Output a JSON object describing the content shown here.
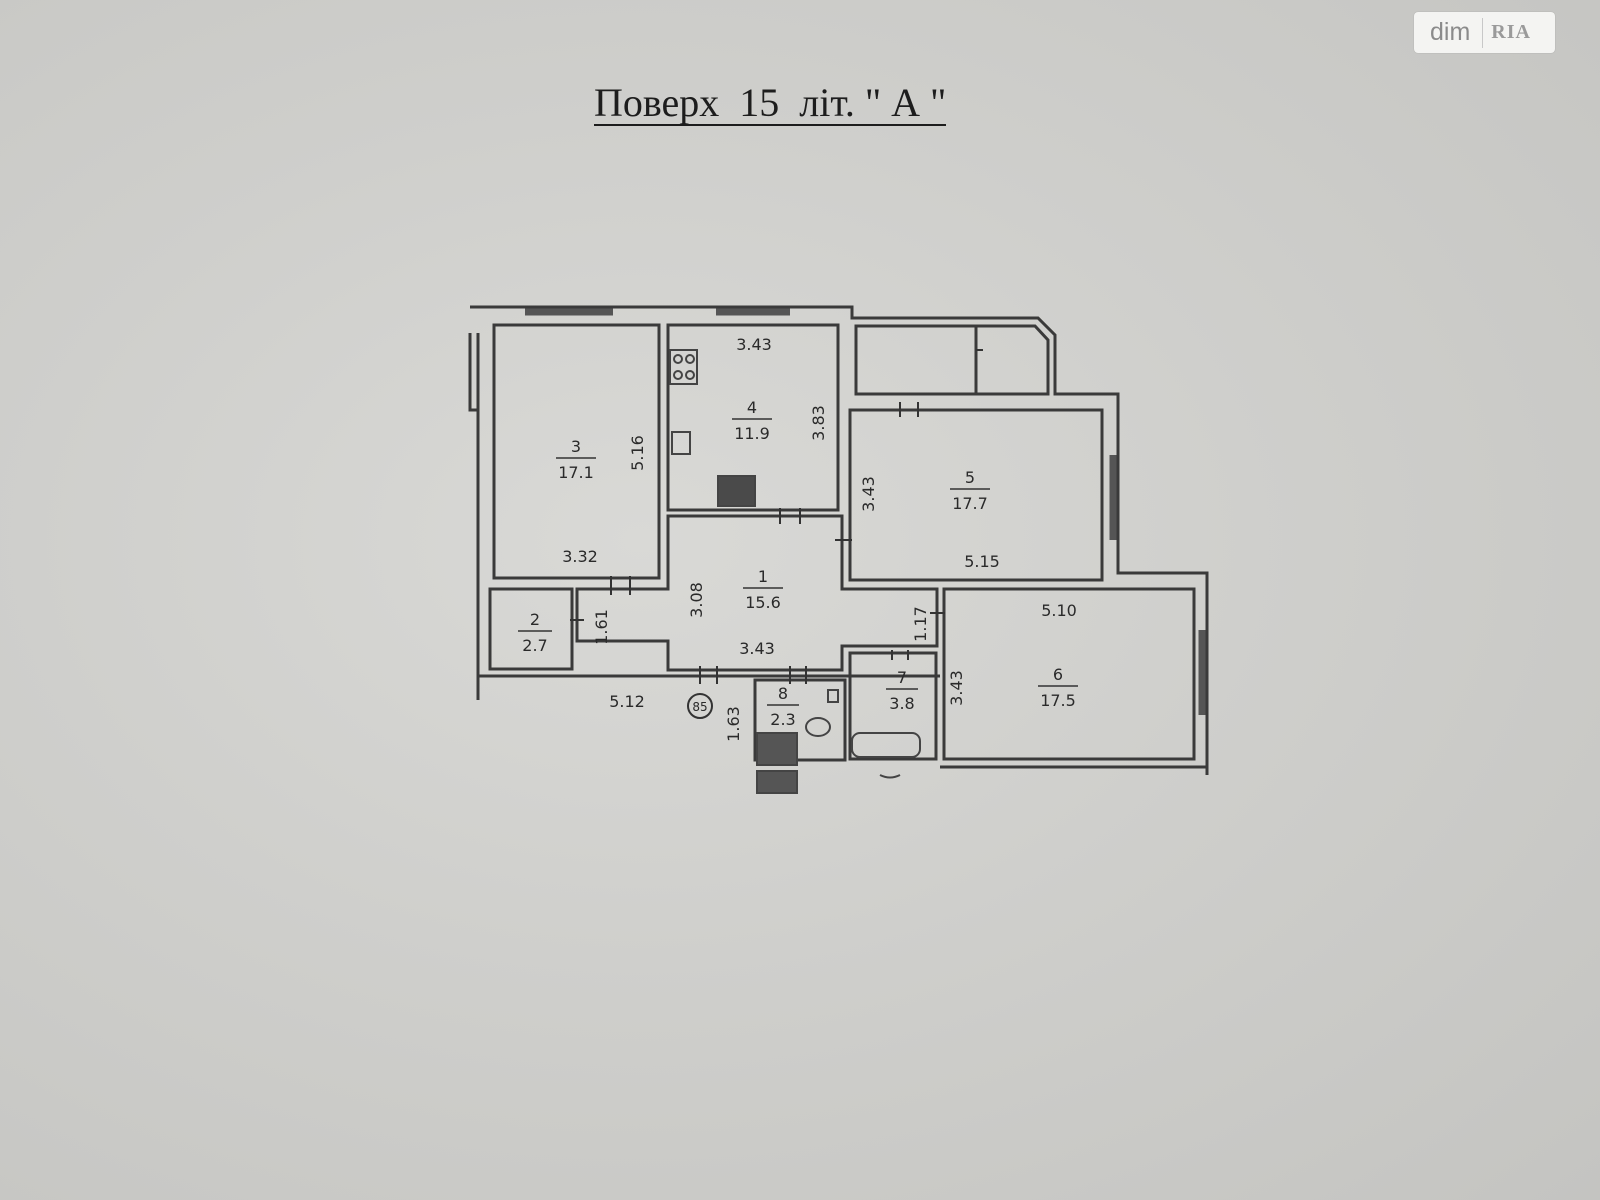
{
  "watermark": {
    "brand": "dim",
    "brand_mark": "RIA"
  },
  "title": "Поверх  15  літ. \" А \"",
  "rooms": [
    {
      "number": "1",
      "area": "15.6"
    },
    {
      "number": "2",
      "area": "2.7"
    },
    {
      "number": "3",
      "area": "17.1"
    },
    {
      "number": "4",
      "area": "11.9"
    },
    {
      "number": "5",
      "area": "17.7"
    },
    {
      "number": "6",
      "area": "17.5"
    },
    {
      "number": "7",
      "area": "3.8"
    },
    {
      "number": "8",
      "area": "2.3"
    }
  ],
  "dimensions": {
    "kitchen_top": "3.43",
    "kitchen_side": "3.83",
    "room3_side": "5.16",
    "room3_bottom": "3.32",
    "room5_side": "3.43",
    "room5_bottom": "5.15",
    "hall_side": "3.08",
    "hall_bottom": "3.43",
    "closet_side": "1.61",
    "hall_right": "1.17",
    "room6_top": "5.10",
    "room6_side": "3.43",
    "outer_bottom": "5.12",
    "wc_side": "1.63"
  },
  "marker": "85"
}
